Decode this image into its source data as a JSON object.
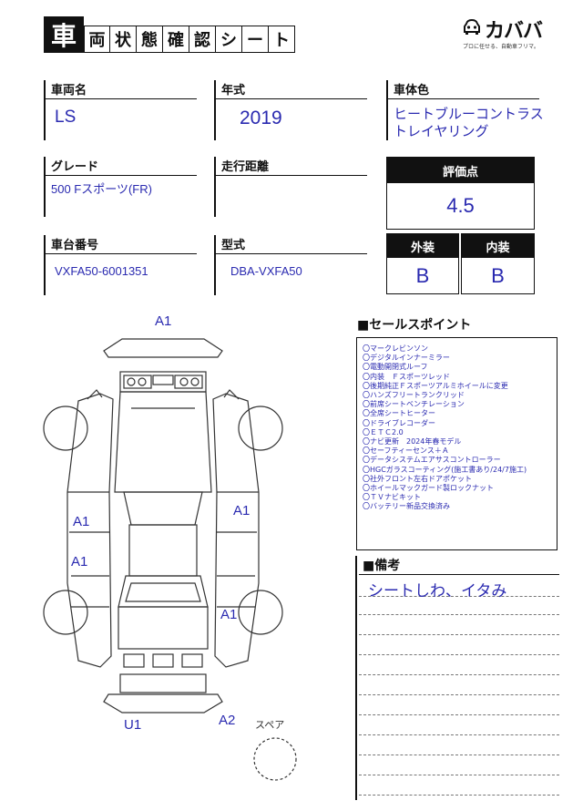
{
  "title_chars": [
    "車",
    "両",
    "状",
    "態",
    "確",
    "認",
    "シ",
    "ー",
    "ト"
  ],
  "logo": {
    "name": "カババ",
    "tagline": "プロに任せる、自動車フリマ。"
  },
  "fields": {
    "car_name": {
      "label": "車両名",
      "value": "LS"
    },
    "year": {
      "label": "年式",
      "value": "2019"
    },
    "body_color": {
      "label": "車体色",
      "value_line1": "ヒートブルーコントラス",
      "value_line2": "トレイヤリング"
    },
    "grade": {
      "label": "グレード",
      "value": "500 Fスポーツ(FR)"
    },
    "mileage": {
      "label": "走行距離",
      "value": ""
    },
    "chassis_number": {
      "label": "車台番号",
      "value": "VXFA50-6001351"
    },
    "model_type": {
      "label": "型式",
      "value": "DBA-VXFA50"
    }
  },
  "score": {
    "label": "評価点",
    "value": "4.5"
  },
  "exterior": {
    "label": "外装",
    "value": "B"
  },
  "interior": {
    "label": "内装",
    "value": "B"
  },
  "damage_marks": {
    "front": "A1",
    "left_upper": "A1",
    "left_lower": "A1",
    "right_upper": "A1",
    "right_lower": "A1",
    "rear_left": "U1",
    "rear_right": "A2"
  },
  "spare_label": "スペア",
  "sales_points": {
    "title": "■セールスポイント",
    "items": [
      "〇マークレビンソン",
      "〇デジタルインナーミラー",
      "〇電動開閉式ルーフ",
      "〇内装　Ｆスポーツレッド",
      "〇後期純正Ｆスポーツアルミホイールに変更",
      "〇ハンズフリートランクリッド",
      "〇前席シートベンチレーション",
      "〇全席シートヒーター",
      "〇ドライブレコーダー",
      "〇ＥＴＣ2.0",
      "〇ナビ更新　2024年春モデル",
      "〇セーフティーセンス＋Ａ",
      "〇データシステムエアサスコントローラー",
      "〇HGCガラスコーティング(施工書あり/24/7施工)",
      "〇社外フロント左右ドアポケット",
      "〇ホイールマックガード製ロックナット",
      "〇ＴＶナビキット",
      "〇バッテリー新品交換済み"
    ]
  },
  "remarks": {
    "title": "■備考",
    "text": "シートしわ、イタみ"
  }
}
